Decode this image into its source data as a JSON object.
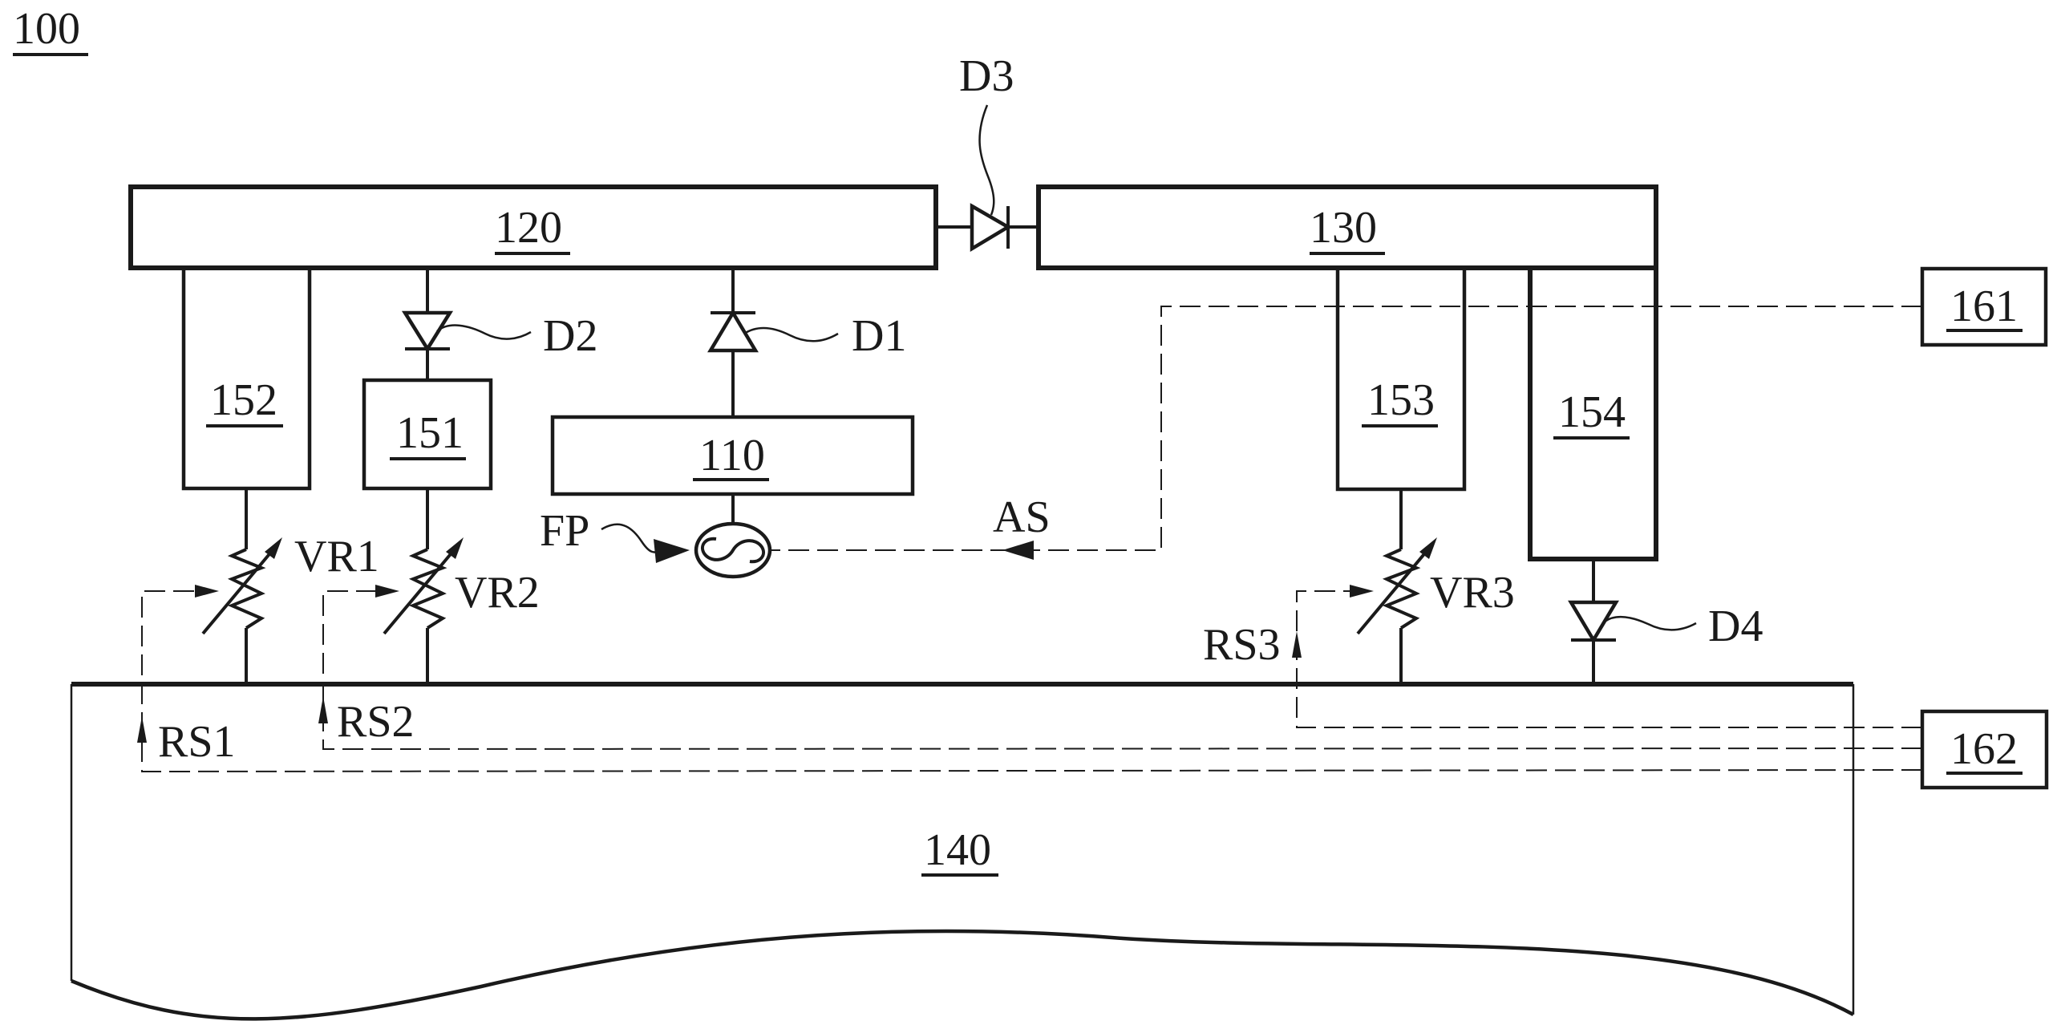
{
  "figure": {
    "reference": "100",
    "colors": {
      "ink": "#1a1a1a",
      "background": "#ffffff"
    }
  },
  "blocks": {
    "b120": "120",
    "b130": "130",
    "b110": "110",
    "b140": "140",
    "b151": "151",
    "b152": "152",
    "b153": "153",
    "b154": "154",
    "b161": "161",
    "b162": "162"
  },
  "diodes": {
    "d1": "D1",
    "d2": "D2",
    "d3": "D3",
    "d4": "D4"
  },
  "resistors": {
    "vr1": "VR1",
    "vr2": "VR2",
    "vr3": "VR3"
  },
  "signals": {
    "rs1": "RS1",
    "rs2": "RS2",
    "rs3": "RS3",
    "as": "AS",
    "fp": "FP"
  },
  "connections": [
    {
      "from": "120",
      "to": "130",
      "via": "D3"
    },
    {
      "from": "110",
      "to": "120",
      "via": "D1"
    },
    {
      "from": "120",
      "to": "151",
      "via": "D2"
    },
    {
      "from": "120",
      "to": "152"
    },
    {
      "from": "130",
      "to": "153"
    },
    {
      "from": "130",
      "to": "154"
    },
    {
      "from": "152",
      "to": "140",
      "via": "VR1"
    },
    {
      "from": "151",
      "to": "140",
      "via": "VR2"
    },
    {
      "from": "153",
      "to": "140",
      "via": "VR3"
    },
    {
      "from": "154",
      "to": "140",
      "via": "D4"
    },
    {
      "from": "161",
      "to": "FP",
      "signal": "AS",
      "style": "dashed"
    },
    {
      "from": "162",
      "to": "VR1",
      "signal": "RS1",
      "style": "dashed"
    },
    {
      "from": "162",
      "to": "VR2",
      "signal": "RS2",
      "style": "dashed"
    },
    {
      "from": "162",
      "to": "VR3",
      "signal": "RS3",
      "style": "dashed"
    }
  ]
}
